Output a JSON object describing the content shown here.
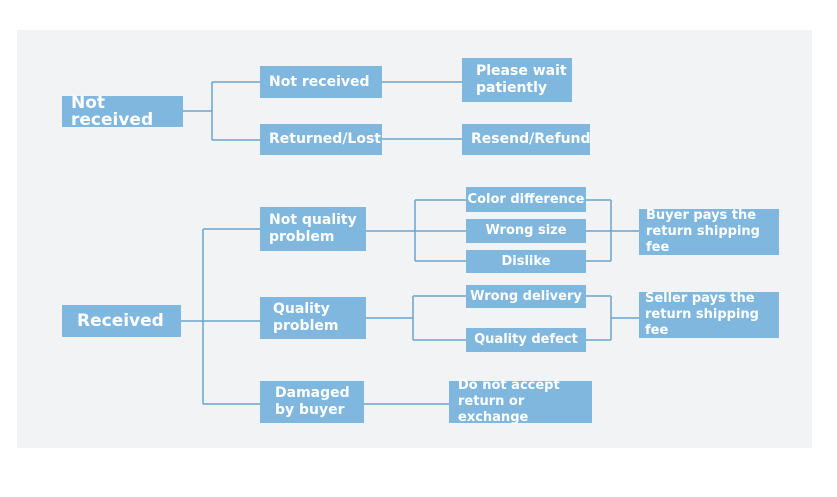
{
  "colors": {
    "box_fill": "#7fb7de",
    "box_text": "#ffffff",
    "connector": "#6aa5cf",
    "panel": "#f1f3f5"
  },
  "nodes": {
    "not_received_root": "Not received",
    "not_received": "Not received",
    "returned_lost": "Returned/Lost",
    "please_wait": "Please wait\npatiently",
    "resend_refund": "Resend/Refund",
    "received_root": "Received",
    "not_quality_problem": "Not quality\nproblem",
    "color_difference": "Color difference",
    "wrong_size": "Wrong size",
    "dislike": "Dislike",
    "buyer_pays": "Buyer pays the\nreturn shipping fee",
    "quality_problem": "Quality\nproblem",
    "wrong_delivery": "Wrong delivery",
    "quality_defect": "Quality defect",
    "seller_pays": "Seller pays the\nreturn shipping fee",
    "damaged_by_buyer": "Damaged\nby buyer",
    "no_return": "Do not accept\nreturn or exchange"
  }
}
